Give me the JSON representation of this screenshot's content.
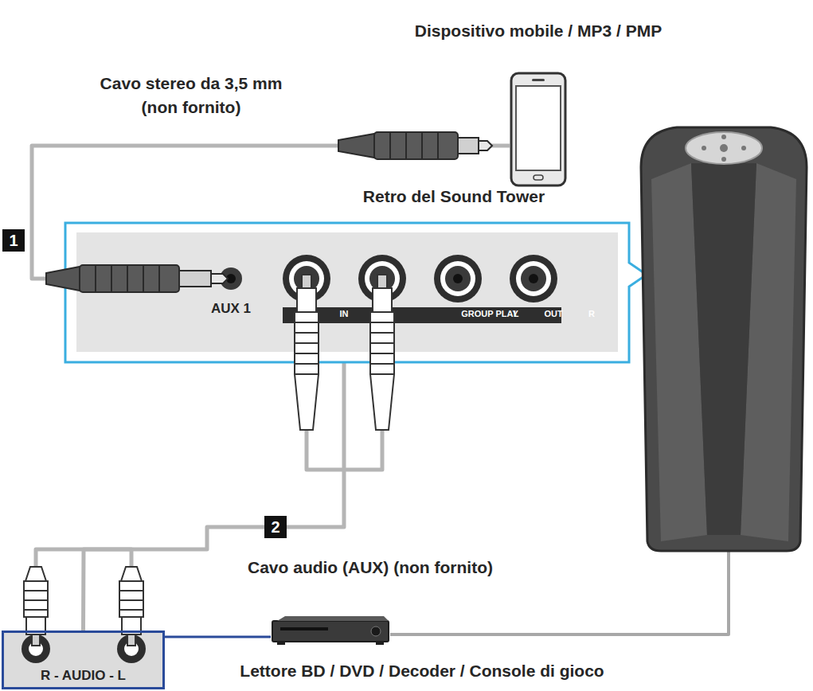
{
  "diagram": {
    "nodes": [
      {
        "text": [
          "Dispositivo mobile / MP3 / PMP"
        ]
      },
      {
        "text": [
          "Retro del Sound Tower",
          "AUX 1",
          "IN",
          "GROUP PLAY",
          "L",
          "OUT",
          "R"
        ]
      },
      {
        "text": [
          "R - AUDIO - L"
        ]
      },
      {
        "text": [
          "Lettore BD / DVD / Decoder / Console di gioco"
        ]
      }
    ],
    "edges": [
      {
        "from": 0,
        "to": 1,
        "arrow": "none",
        "label": "Cavo stereo da 3,5 mm (non fornito)"
      },
      {
        "from": 2,
        "to": 1,
        "arrow": "none",
        "label": "Cavo audio (AUX) (non fornito)"
      }
    ],
    "labels": [
      "1",
      "2"
    ]
  }
}
